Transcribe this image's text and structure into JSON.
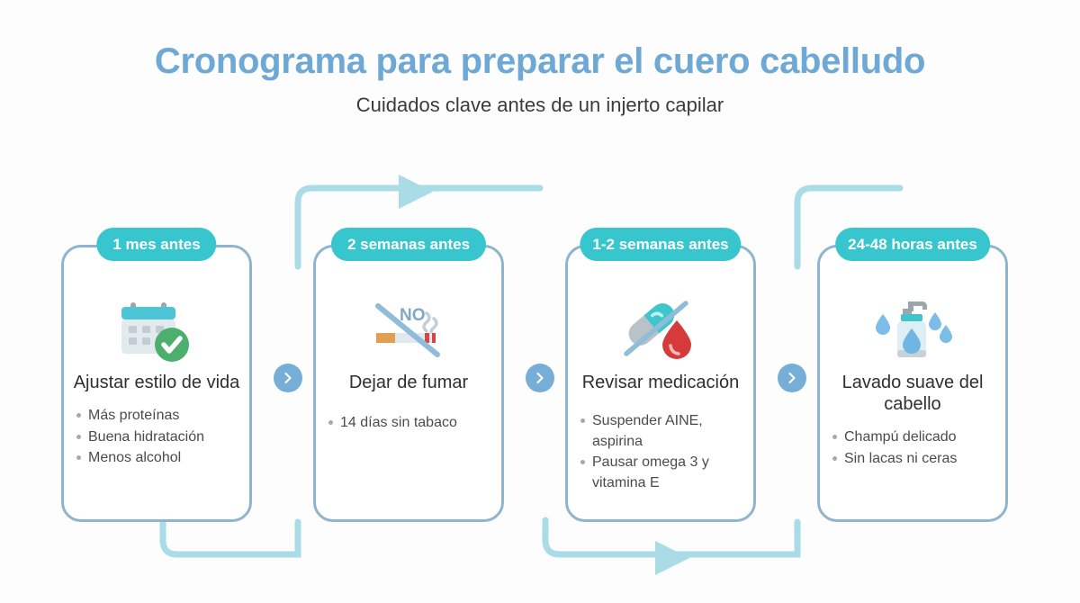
{
  "header": {
    "title": "Cronograma para preparar el cuero cabelludo",
    "subtitle": "Cuidados clave antes de un injerto capilar"
  },
  "colors": {
    "title": "#6ea8d4",
    "badge": "#38c6ce",
    "card_border": "#8fb4cf",
    "connector": "#a9dce6",
    "chevron": "#76aed8",
    "accent_teal": "#3fc6cd",
    "blood_red": "#d93a3a",
    "check_green": "#4caf6e"
  },
  "steps": [
    {
      "badge": "1 mes antes",
      "icon": "calendar-check-icon",
      "title": "Ajustar estilo de vida",
      "bullets": [
        "Más proteínas",
        "Buena hidratación",
        "Menos alcohol"
      ]
    },
    {
      "badge": "2 semanas antes",
      "icon": "no-smoking-icon",
      "title": "Dejar de fumar",
      "bullets": [
        "14 días sin tabaco"
      ]
    },
    {
      "badge": "1-2 semanas antes",
      "icon": "no-medication-blood-icon",
      "title": "Revisar medicación",
      "bullets": [
        "Suspender AINE, aspirina",
        "Pausar omega 3 y vitamina E"
      ]
    },
    {
      "badge": "24-48 horas antes",
      "icon": "shampoo-bottle-icon",
      "title": "Lavado suave del cabello",
      "bullets": [
        "Champú delicado",
        "Sin lacas ni ceras"
      ]
    }
  ],
  "connectors": {
    "chevron_glyph": "chevron-right-icon",
    "flow_direction": "left-to-right"
  }
}
